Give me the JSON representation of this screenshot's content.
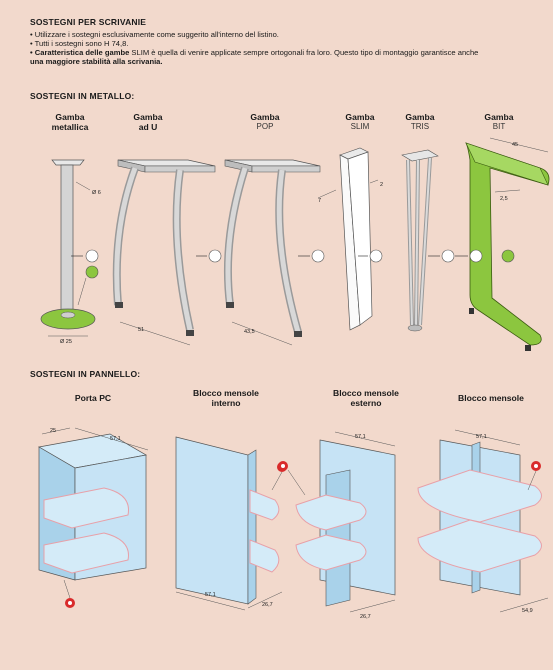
{
  "header": {
    "title": "SOSTEGNI PER SCRIVANIE",
    "bullets": [
      {
        "bold": "",
        "text": "• Utilizzare i sostegni esclusivamente come suggerito all'interno del listino."
      },
      {
        "bold": "",
        "text": "• Tutti i sostegni sono H 74,8."
      },
      {
        "bold": "• Caratteristica delle gambe",
        "text": " SLIM è quella di venire applicate sempre ortogonali fra loro. Questo tipo di montaggio garantisce anche"
      },
      {
        "bold": "una maggiore stabilità alla scrivania.",
        "text": ""
      }
    ]
  },
  "metal": {
    "title": "SOSTEGNI IN METALLO:",
    "items": [
      {
        "name": "Gamba",
        "sub": "metallica",
        "dims": [
          "Ø 6",
          "Ø 25"
        ]
      },
      {
        "name": "Gamba",
        "sub": "ad U",
        "dims": [
          "51"
        ]
      },
      {
        "name": "Gamba",
        "sub": "POP",
        "dims": [
          "43,5"
        ]
      },
      {
        "name": "Gamba",
        "sub": "SLIM",
        "dims": [
          "7",
          "2"
        ]
      },
      {
        "name": "Gamba",
        "sub": "TRIS",
        "dims": []
      },
      {
        "name": "Gamba",
        "sub": "BIT",
        "dims": [
          "45",
          "2,5"
        ]
      }
    ]
  },
  "panel": {
    "title": "SOSTEGNI IN PANNELLO:",
    "items": [
      {
        "label": "Porta PC",
        "dims": [
          "25",
          "57,1"
        ]
      },
      {
        "label": "Blocco mensole interno",
        "dims": [
          "57,1",
          "26,7"
        ]
      },
      {
        "label": "Blocco mensole esterno",
        "dims": [
          "57,1",
          "26,7"
        ]
      },
      {
        "label": "Blocco mensole",
        "dims": [
          "57,1",
          "54,9"
        ]
      }
    ]
  },
  "colors": {
    "background": "#f2d9cc",
    "metal": "#d9d9d9",
    "green": "#8cc63f",
    "panel": "#c6e3f5",
    "edge": "#e8a0a8"
  }
}
